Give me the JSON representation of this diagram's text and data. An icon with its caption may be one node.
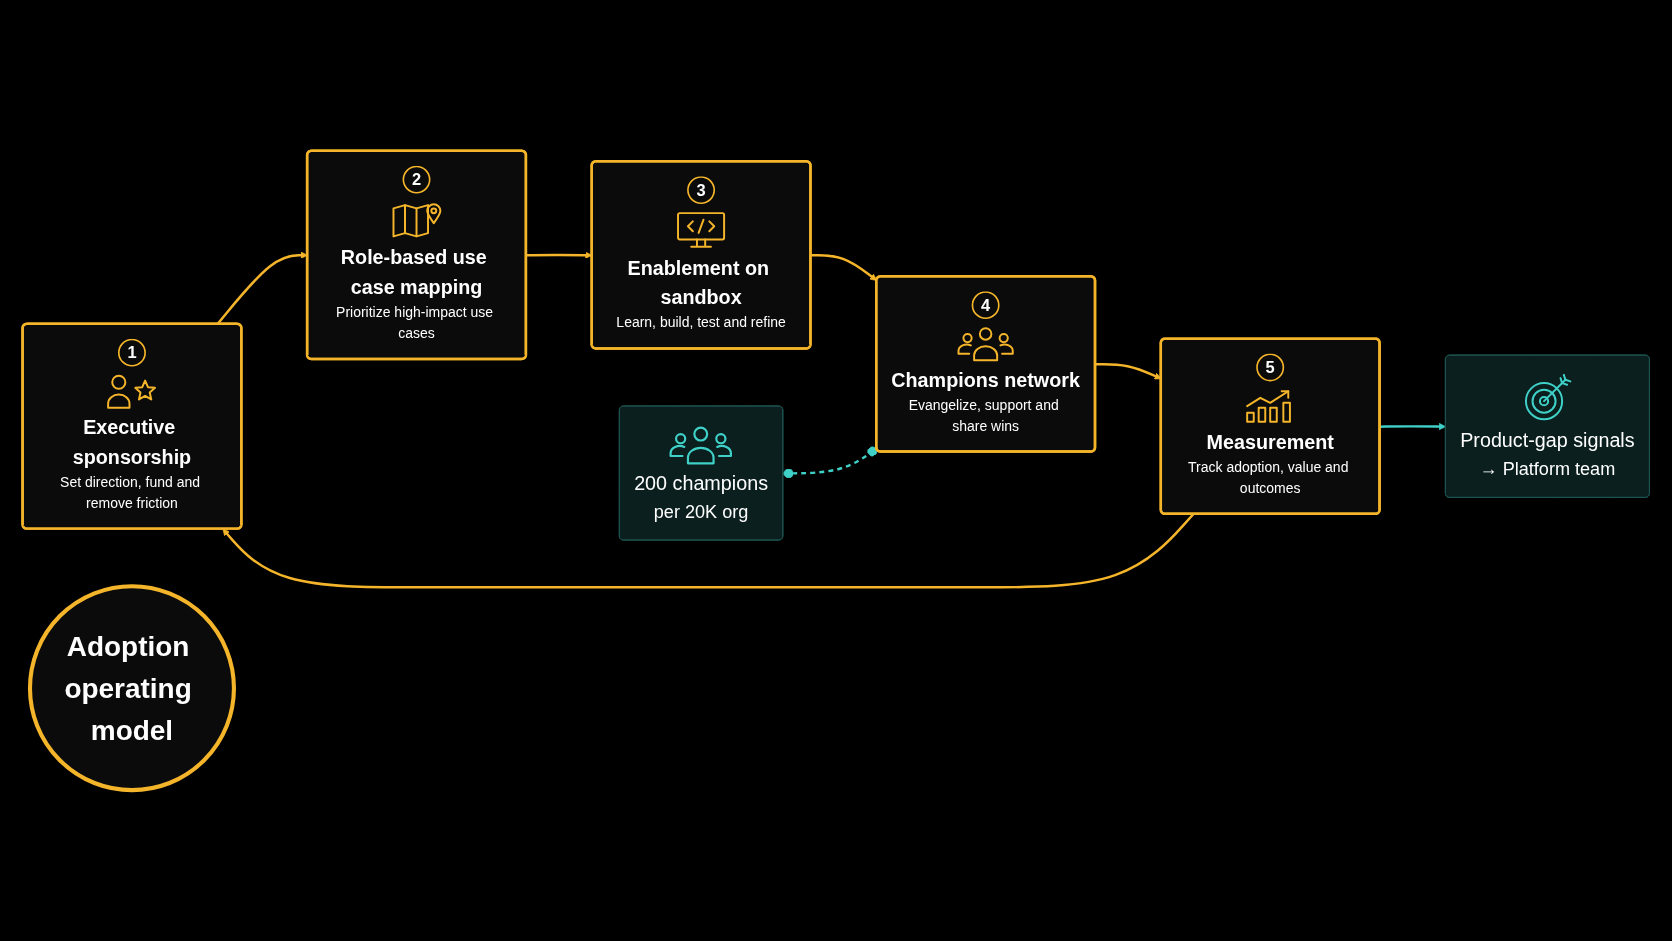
{
  "diagram": {
    "nodes": [
      {
        "text": [
          "1",
          "Executive sponsorship",
          "Set direction, fund and remove friction"
        ]
      },
      {
        "text": [
          "2",
          "Role-based use case mapping",
          "Prioritize high-impact use cases"
        ]
      },
      {
        "text": [
          "3",
          "Enablement on sandbox",
          "Learn, build, test and refine"
        ]
      },
      {
        "text": [
          "4",
          "Champions network",
          "Evangelize, support and share wins"
        ]
      },
      {
        "text": [
          "5",
          "Measurement",
          "Track adoption, value and outcomes"
        ]
      },
      {
        "text": [
          "Adoption operating model"
        ]
      },
      {
        "text": [
          "Product-gap signals",
          "→ Platform team"
        ]
      },
      {
        "text": [
          "200 champions",
          "per 20K org"
        ]
      }
    ],
    "edges": [
      {
        "from": 0,
        "to": 1,
        "arrow": "to"
      },
      {
        "from": 1,
        "to": 2,
        "arrow": "to"
      },
      {
        "from": 2,
        "to": 3,
        "arrow": "to"
      },
      {
        "from": 3,
        "to": 4,
        "arrow": "to"
      },
      {
        "from": 4,
        "to": 0,
        "arrow": "to"
      },
      {
        "from": 4,
        "to": 6,
        "arrow": "to",
        "color": "#3fd1c8"
      },
      {
        "from": 7,
        "to": 3,
        "arrow": "other",
        "style": "dashed",
        "color": "#3fd1c8"
      }
    ]
  }
}
